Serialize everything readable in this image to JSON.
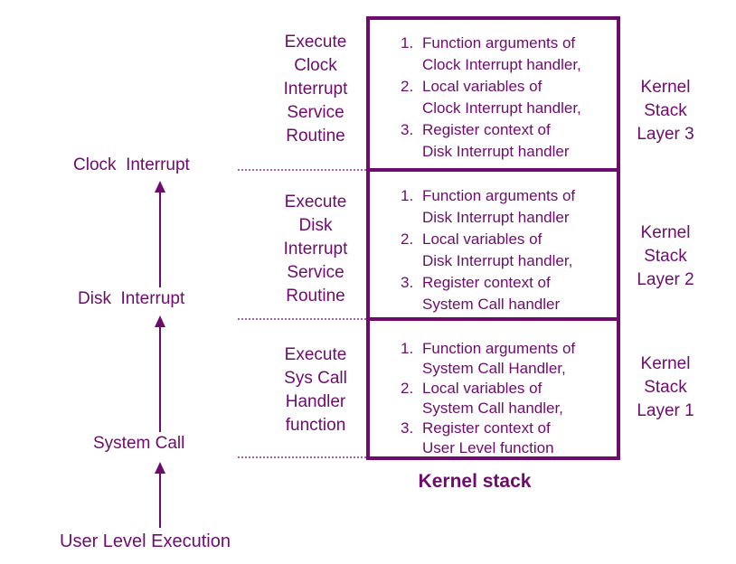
{
  "colors": {
    "ink": "#6e0c6e",
    "dotted": "#a85fa8",
    "background": "#ffffff"
  },
  "title": "Kernel stack",
  "flow": [
    {
      "label": "Clock  Interrupt"
    },
    {
      "label": "Disk  Interrupt"
    },
    {
      "label": "System Call"
    },
    {
      "label": "User Level Execution"
    }
  ],
  "routines": [
    "Execute\nClock\nInterrupt\nService\nRoutine",
    "Execute\nDisk\nInterrupt\nService\nRoutine",
    "Execute\nSys Call\nHandler\nfunction"
  ],
  "layers": [
    {
      "side_label": "Kernel\nStack\nLayer 3",
      "items": [
        {
          "num": "1.",
          "lines": [
            "Function arguments of",
            "Clock Interrupt handler,"
          ]
        },
        {
          "num": "2.",
          "lines": [
            "Local variables of",
            "Clock Interrupt handler,"
          ]
        },
        {
          "num": "3.",
          "lines": [
            "Register context of",
            "Disk Interrupt handler"
          ]
        }
      ]
    },
    {
      "side_label": "Kernel\nStack\nLayer 2",
      "items": [
        {
          "num": "1.",
          "lines": [
            "Function arguments of",
            "Disk Interrupt handler"
          ]
        },
        {
          "num": "2.",
          "lines": [
            "Local variables of",
            "Disk Interrupt handler,"
          ]
        },
        {
          "num": "3.",
          "lines": [
            "Register context of",
            "System Call handler"
          ]
        }
      ]
    },
    {
      "side_label": "Kernel\nStack\nLayer 1",
      "items": [
        {
          "num": "1.",
          "lines": [
            "Function arguments of",
            "System Call Handler,"
          ]
        },
        {
          "num": "2.",
          "lines": [
            "Local variables of",
            "System Call handler,"
          ]
        },
        {
          "num": "3.",
          "lines": [
            "Register context of",
            "User Level function"
          ]
        }
      ]
    }
  ]
}
